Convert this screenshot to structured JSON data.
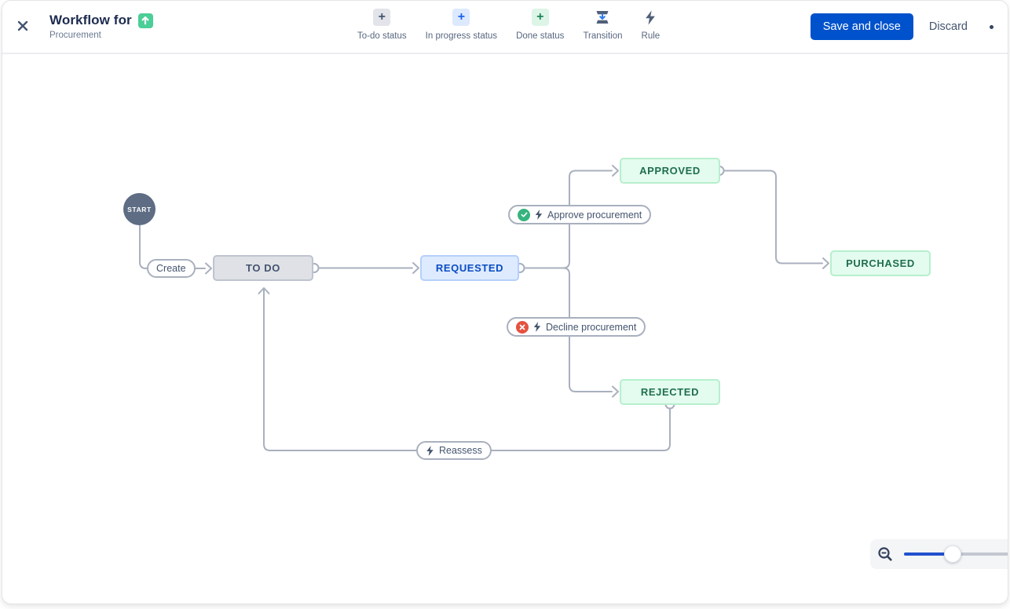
{
  "header": {
    "title": "Workflow for",
    "title_icon": "improvement-icon",
    "subtitle": "Procurement",
    "close_icon": "close-icon",
    "toolbar": [
      {
        "label": "To-do status",
        "icon": "plus-icon-gray"
      },
      {
        "label": "In progress status",
        "icon": "plus-icon-blue"
      },
      {
        "label": "Done status",
        "icon": "plus-icon-green"
      },
      {
        "label": "Transition",
        "icon": "transition-icon"
      },
      {
        "label": "Rule",
        "icon": "lightning-icon"
      }
    ],
    "save_button": "Save and close",
    "discard_button": "Discard"
  },
  "diagram": {
    "nodes": [
      {
        "id": "start",
        "label": "START",
        "kind": "start"
      },
      {
        "id": "todo",
        "label": "TO DO",
        "kind": "to-do"
      },
      {
        "id": "requested",
        "label": "REQUESTED",
        "kind": "in-progress"
      },
      {
        "id": "approved",
        "label": "APPROVED",
        "kind": "done"
      },
      {
        "id": "purchased",
        "label": "PURCHASED",
        "kind": "done"
      },
      {
        "id": "rejected",
        "label": "REJECTED",
        "kind": "done"
      }
    ],
    "transitions": [
      {
        "label": "Create",
        "from": "start",
        "to": "todo",
        "icons": []
      },
      {
        "label": "Approve procurement",
        "from": "requested",
        "to": "approved",
        "icons": [
          "check-circle-icon",
          "lightning-icon"
        ]
      },
      {
        "label": "Decline procurement",
        "from": "requested",
        "to": "rejected",
        "icons": [
          "x-circle-icon",
          "lightning-icon"
        ]
      },
      {
        "label": "Reassess",
        "from": "rejected",
        "to": "todo",
        "icons": [
          "lightning-icon"
        ]
      }
    ]
  },
  "zoom_control": {
    "zoom_out_icon": "zoom-out-icon",
    "slider_position": 0.45
  },
  "colors": {
    "primary_blue": "#0052CC",
    "status_todo_bg": "#DFE1E6",
    "status_inprogress_bg": "#DEEBFF",
    "status_done_bg": "#E3FCEF",
    "status_done_text": "#206E4E",
    "connector_gray": "#A9B0BE",
    "start_node_bg": "#5E6C84",
    "approve_badge_green": "#36B37E",
    "decline_badge_red": "#E5513F",
    "improvement_icon_green": "#4BCE97"
  }
}
